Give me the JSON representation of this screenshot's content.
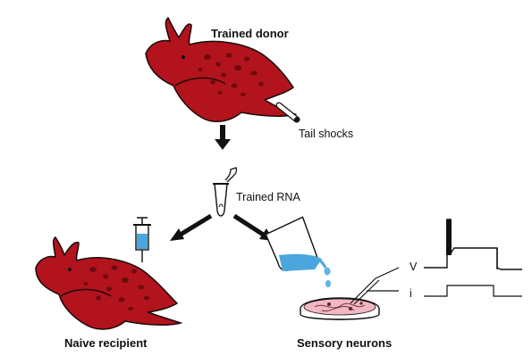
{
  "labels": {
    "trained_donor": "Trained donor",
    "tail_shocks": "Tail shocks",
    "trained_rna": "Trained RNA",
    "naive_recipient": "Naive recipient",
    "sensory_neurons": "Sensory neurons",
    "voltage": "V",
    "current": "i"
  },
  "colors": {
    "slug_body": "#b3131c",
    "slug_outline": "#1a0a0a",
    "slug_spots": "#6e0a10",
    "liquid_blue": "#4aa6dc",
    "droplet": "#5fb4e6",
    "dish_fill": "#f2b7c3",
    "arrow": "#111111"
  }
}
